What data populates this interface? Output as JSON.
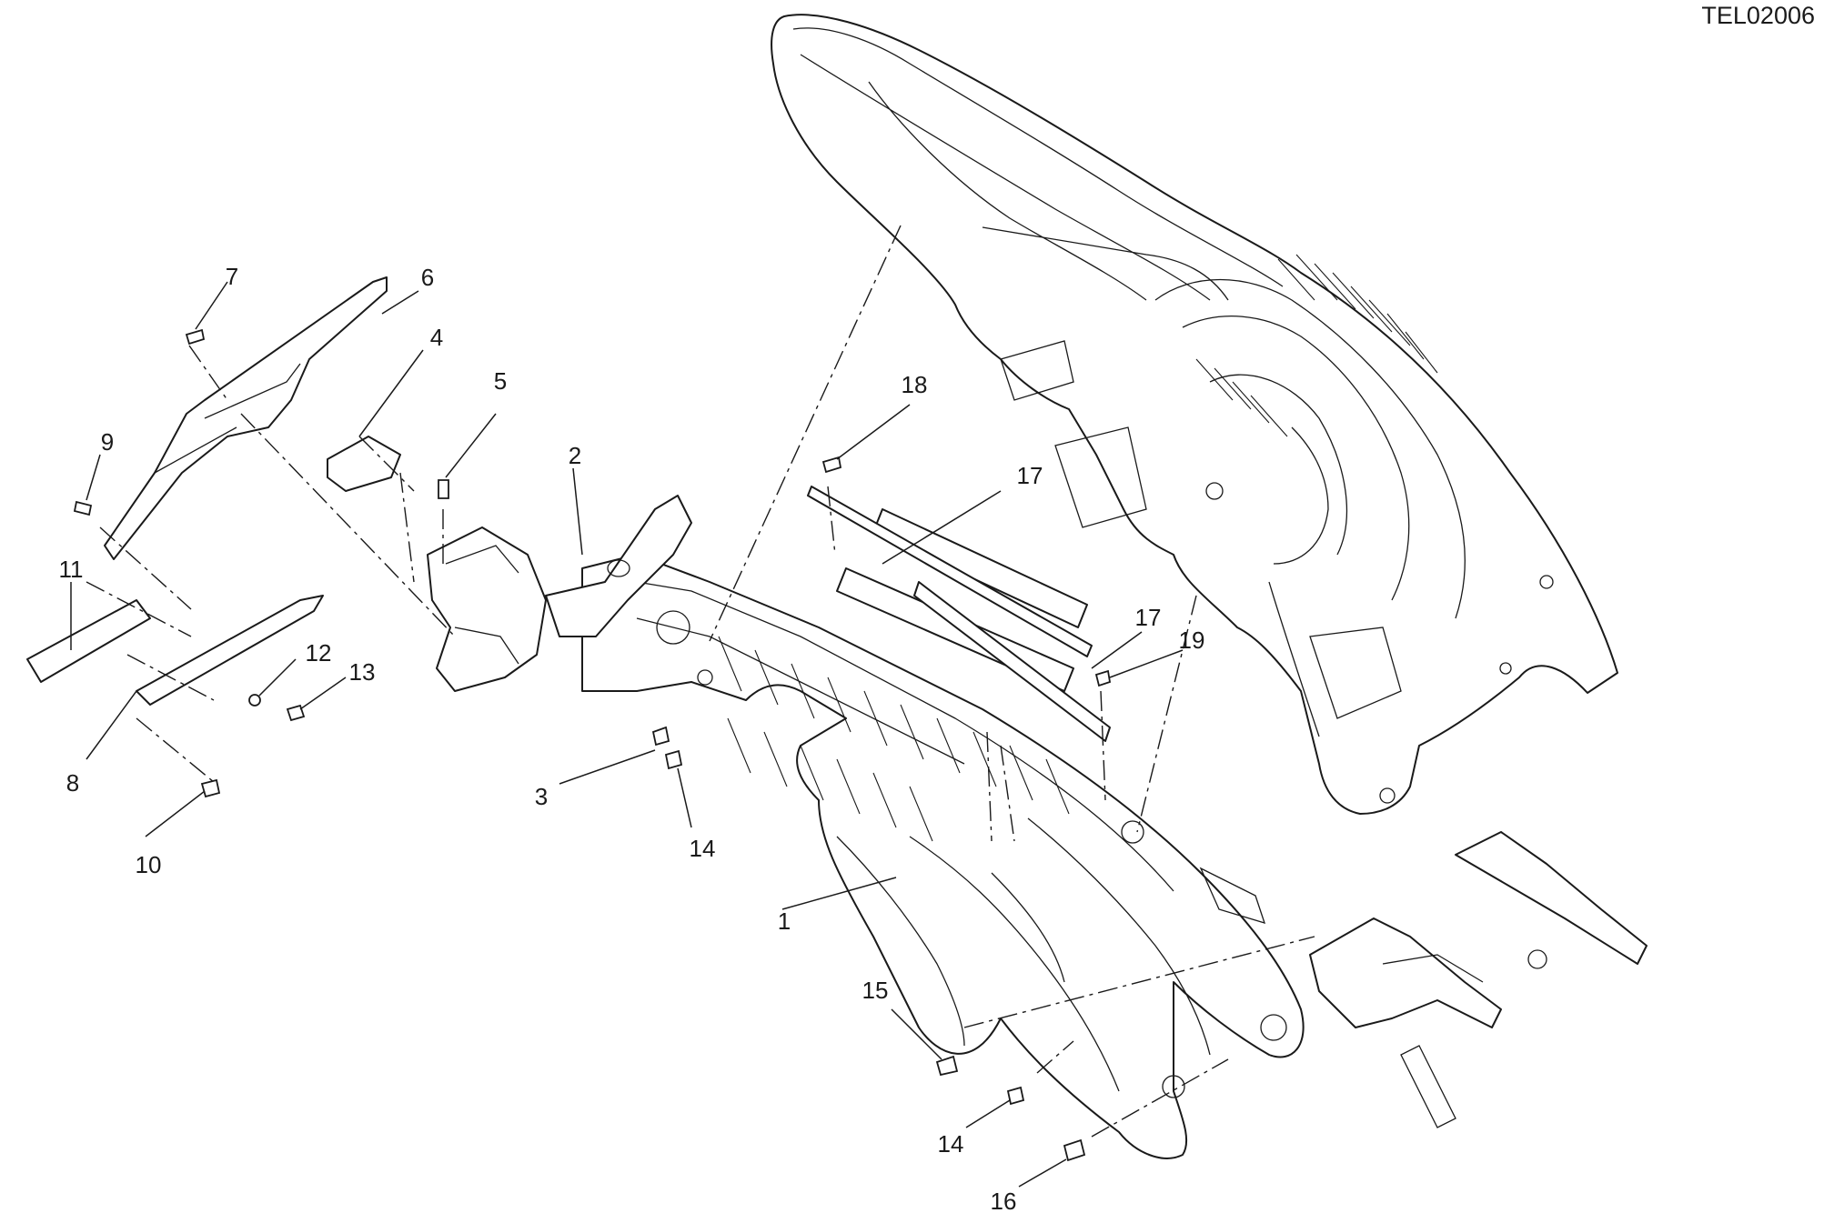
{
  "drawing_code": "TEL02006",
  "callouts": [
    {
      "id": "c1",
      "text": "1"
    },
    {
      "id": "c2",
      "text": "2"
    },
    {
      "id": "c3",
      "text": "3"
    },
    {
      "id": "c4",
      "text": "4"
    },
    {
      "id": "c5",
      "text": "5"
    },
    {
      "id": "c6",
      "text": "6"
    },
    {
      "id": "c7",
      "text": "7"
    },
    {
      "id": "c8",
      "text": "8"
    },
    {
      "id": "c9",
      "text": "9"
    },
    {
      "id": "c10",
      "text": "10"
    },
    {
      "id": "c11",
      "text": "11"
    },
    {
      "id": "c12",
      "text": "12"
    },
    {
      "id": "c13",
      "text": "13"
    },
    {
      "id": "c14a",
      "text": "14"
    },
    {
      "id": "c14b",
      "text": "14"
    },
    {
      "id": "c15",
      "text": "15"
    },
    {
      "id": "c16",
      "text": "16"
    },
    {
      "id": "c17a",
      "text": "17"
    },
    {
      "id": "c17b",
      "text": "17"
    },
    {
      "id": "c18",
      "text": "18"
    },
    {
      "id": "c19",
      "text": "19"
    }
  ]
}
